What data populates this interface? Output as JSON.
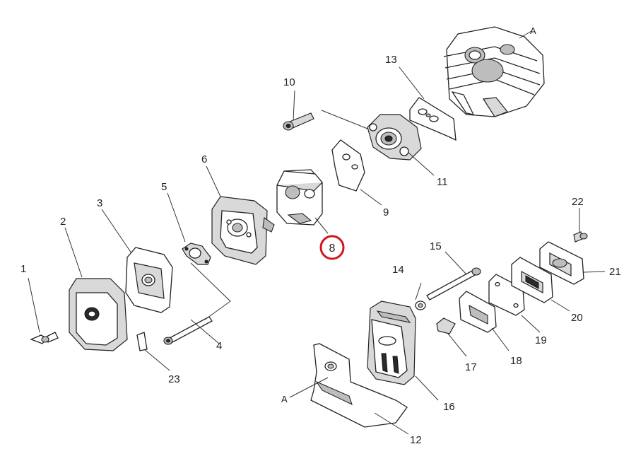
{
  "diagram": {
    "type": "exploded-parts-diagram",
    "highlight_color": "#d0161a",
    "highlighted_part": "8",
    "parts": [
      {
        "id": "p1",
        "number": "1",
        "icon": "wing-nut-icon"
      },
      {
        "id": "p2",
        "number": "2",
        "icon": "air-filter-cover-icon"
      },
      {
        "id": "p3",
        "number": "3",
        "icon": "air-filter-icon"
      },
      {
        "id": "p4",
        "number": "4",
        "icon": "long-bolt-icon"
      },
      {
        "id": "p5",
        "number": "5",
        "icon": "filter-mount-plate-icon"
      },
      {
        "id": "p6",
        "number": "6",
        "icon": "air-filter-base-icon"
      },
      {
        "id": "p8",
        "number": "8",
        "icon": "carburetor-icon"
      },
      {
        "id": "p9",
        "number": "9",
        "icon": "insulator-gasket-icon"
      },
      {
        "id": "p10",
        "number": "10",
        "icon": "screw-icon"
      },
      {
        "id": "p11",
        "number": "11",
        "icon": "intake-manifold-icon"
      },
      {
        "id": "p12",
        "number": "12",
        "icon": "gasket-icon"
      },
      {
        "id": "p13",
        "number": "13",
        "icon": "heat-shield-icon"
      },
      {
        "id": "p14",
        "number": "14",
        "icon": "muffler-icon"
      },
      {
        "id": "p15",
        "number": "15",
        "icon": "washer-icon"
      },
      {
        "id": "p16",
        "number": "16",
        "icon": "long-bolt-icon"
      },
      {
        "id": "p17",
        "number": "17",
        "icon": "spark-screen-icon"
      },
      {
        "id": "p18",
        "number": "18",
        "icon": "muffler-gasket-icon"
      },
      {
        "id": "p19",
        "number": "19",
        "icon": "gasket-icon"
      },
      {
        "id": "p20",
        "number": "20",
        "icon": "exhaust-flange-icon"
      },
      {
        "id": "p21",
        "number": "21",
        "icon": "exhaust-plate-icon"
      },
      {
        "id": "p22",
        "number": "22",
        "icon": "screw-icon"
      },
      {
        "id": "p23",
        "number": "23",
        "icon": "filter-foam-icon"
      }
    ],
    "refs": [
      {
        "id": "refA_top",
        "text": "A"
      },
      {
        "id": "refA_bottom",
        "text": "A"
      }
    ]
  }
}
